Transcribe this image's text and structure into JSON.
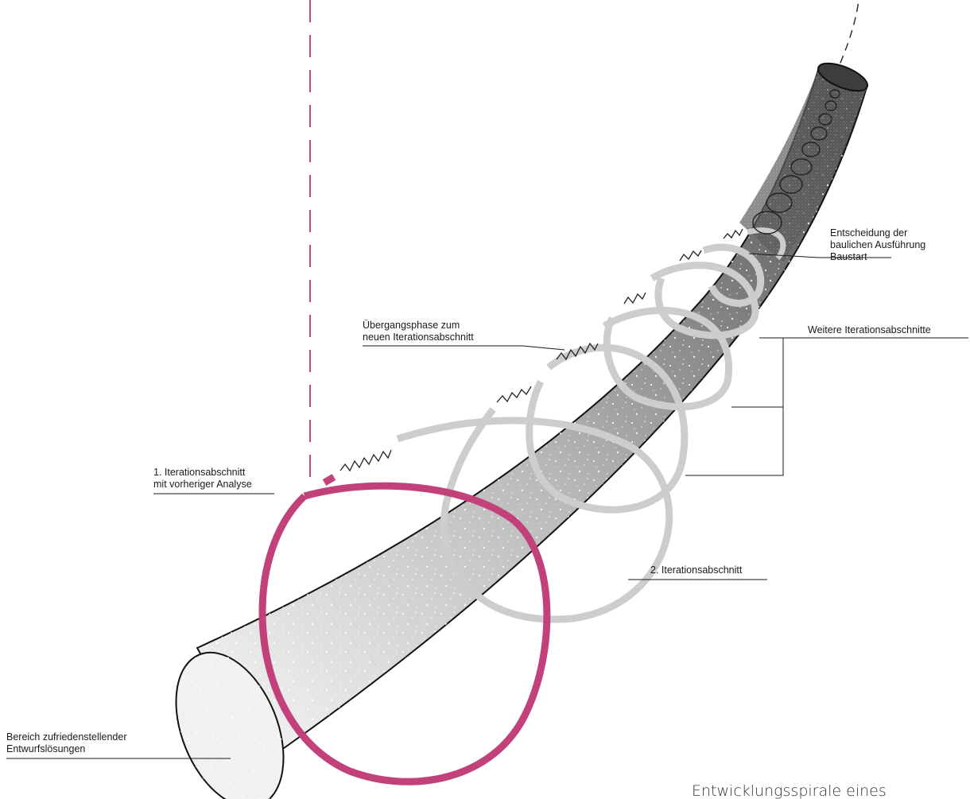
{
  "labels": {
    "entscheidung": [
      "Entscheidung der",
      "baulichen Ausführung",
      "Baustart"
    ],
    "uebergang": [
      "Übergangsphase zum",
      "neuen Iterationsabschnitt"
    ],
    "weitere": "Weitere Iterationsabschnitte",
    "erster": [
      "1. Iterationsabschnitt",
      "mit vorheriger Analyse"
    ],
    "zweiter": "2. Iterationsabschnitt",
    "bereich": [
      "Bereich zufriedenstellender",
      "Entwurfslösungen"
    ]
  },
  "caption": "Entwicklungsspirale eines",
  "colors": {
    "first_iteration": "#c2417a",
    "later_iterations": "#cdcdcd",
    "axis_dashed": "#d0457f",
    "tube_dark": "#555555",
    "tube_light": "#f2f2f2"
  }
}
